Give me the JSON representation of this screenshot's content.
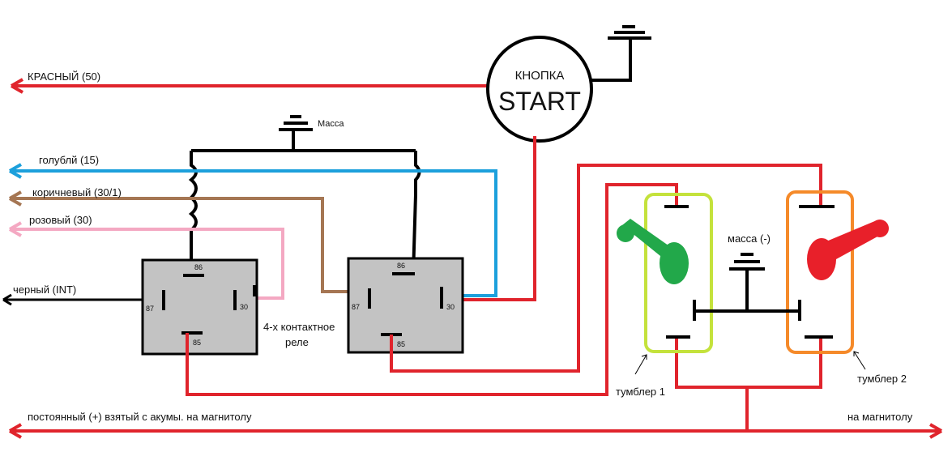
{
  "wires": {
    "red": "КРАСНЫЙ (50)",
    "blue": "голублй (15)",
    "brown": "коричневый (30/1)",
    "pink": "розовый (30)",
    "black": "черный (INT)",
    "constant": "постоянный (+) взятый с акумы. на магнитолу",
    "to_radio": "на магнитолу"
  },
  "start_button": {
    "line1": "КНОПКА",
    "line2": "START"
  },
  "ground_label": "Масса",
  "switch_ground_label": "масса (-)",
  "relay": {
    "label_line1": "4-х контактное",
    "label_line2": "реле",
    "pins": {
      "p86": "86",
      "p87": "87",
      "p30": "30",
      "p85": "85"
    }
  },
  "toggles": {
    "t1": "тумблер 1",
    "t2": "тумблер 2"
  },
  "colors": {
    "red": "#e0242c",
    "blue": "#1ca0dc",
    "brown": "#a57653",
    "pink": "#f4a8c2",
    "black": "#000000",
    "relay_fill": "#c3c3c3",
    "toggle1_frame": "#c4e23c",
    "toggle1_lever": "#22a84a",
    "toggle2_frame": "#f58a2a",
    "toggle2_lever": "#e8202a"
  }
}
